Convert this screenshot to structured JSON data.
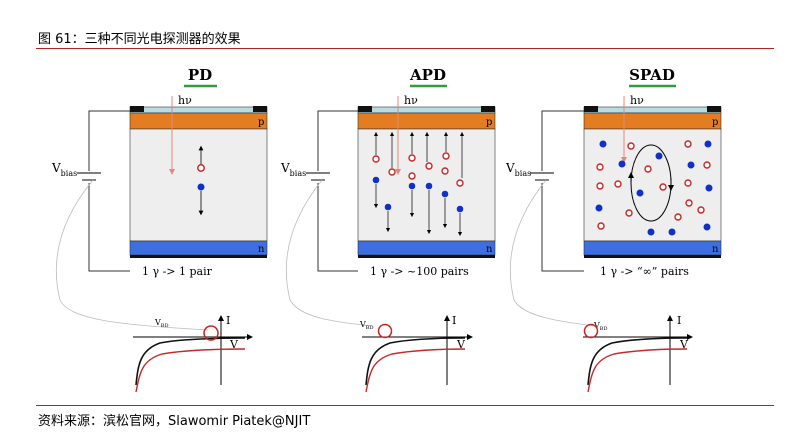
{
  "caption": "图 61：三种不同光电探测器的效果",
  "source": "资料来源：滨松官网，Slawomir Piatek@NJIT",
  "colors": {
    "p_layer": "#e47d22",
    "n_layer": "#3e6fe0",
    "carrier_hole": "#c62828",
    "carrier_electron": "#1030c8",
    "title_underline": "#2e9e3b",
    "highlight_circle": "#cc2222"
  },
  "common": {
    "hv": "hν",
    "p_label": "p",
    "n_label": "n",
    "v_main": "V",
    "v_sub": "bias",
    "axis_i": "I",
    "axis_v": "V",
    "vbd_main": "V",
    "vbd_sub": "BD"
  },
  "panels": [
    {
      "title": "PD",
      "result": "1 γ -> 1 pair"
    },
    {
      "title": "APD",
      "result": "1 γ -> ~100 pairs"
    },
    {
      "title": "SPAD",
      "result": "1 γ -> “∞” pairs"
    }
  ]
}
